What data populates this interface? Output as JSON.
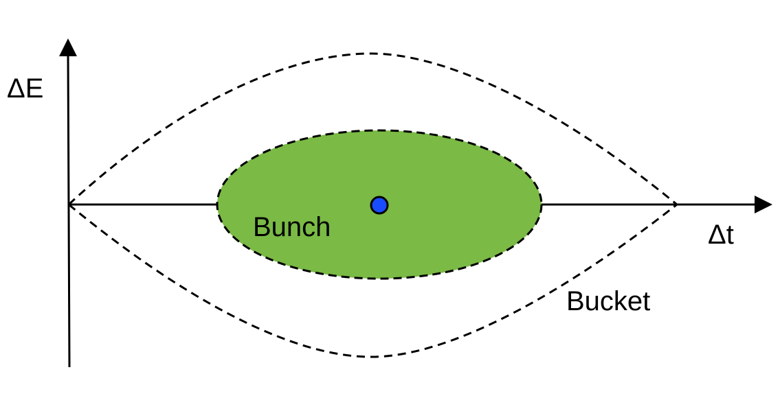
{
  "diagram": {
    "labels": {
      "y_axis": "ΔE",
      "x_axis": "Δt",
      "bunch": "Bunch",
      "bucket": "Bucket"
    },
    "colors": {
      "bunch_fill": "#7aba45",
      "synchronous_particle": "#1a4cff",
      "lines": "#000000"
    }
  }
}
